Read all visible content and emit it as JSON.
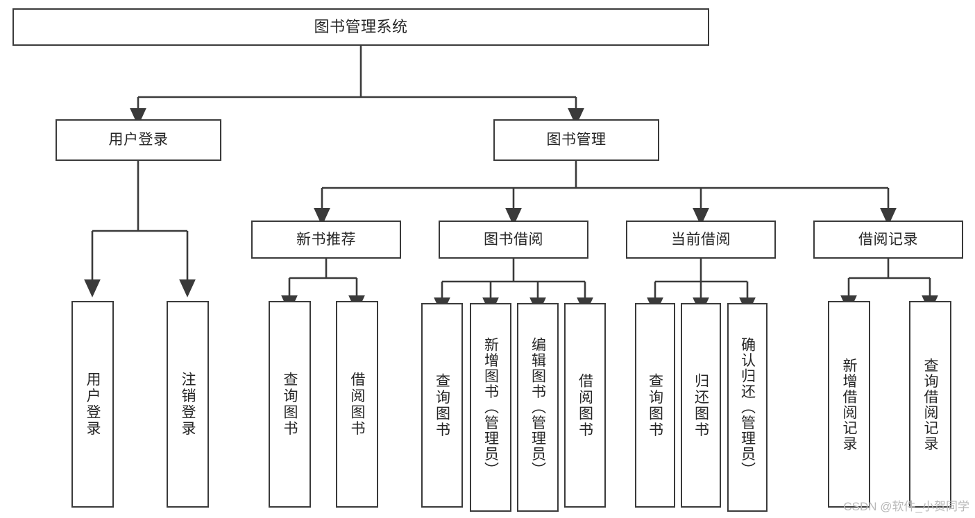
{
  "diagram": {
    "type": "tree-hierarchy-chart",
    "title": "图书管理系统",
    "colors": {
      "background": "#ffffff",
      "box_border": "#3a3a3a",
      "box_fill": "#ffffff",
      "text": "#262626",
      "connector": "#3a3a3a",
      "watermark": "#b9b9b9"
    },
    "root": {
      "label": "图书管理系统"
    },
    "level2": [
      {
        "id": "user-login",
        "label": "用户登录"
      },
      {
        "id": "book-manage",
        "label": "图书管理"
      }
    ],
    "level3": [
      {
        "id": "new-book-recommend",
        "label": "新书推荐"
      },
      {
        "id": "book-borrow",
        "label": "图书借阅"
      },
      {
        "id": "current-borrow",
        "label": "当前借阅"
      },
      {
        "id": "borrow-record",
        "label": "借阅记录"
      }
    ],
    "leaves": {
      "user-login": [
        {
          "id": "leaf-user-login",
          "label": "用户登录"
        },
        {
          "id": "leaf-user-logout",
          "label": "注销登录"
        }
      ],
      "new-book-recommend": [
        {
          "id": "leaf-query-book-1",
          "label": "查询图书"
        },
        {
          "id": "leaf-borrow-book-1",
          "label": "借阅图书"
        }
      ],
      "book-borrow": [
        {
          "id": "leaf-query-book-2",
          "label": "查询图书"
        },
        {
          "id": "leaf-add-book-admin",
          "label": "新增图书（管理员）"
        },
        {
          "id": "leaf-edit-book-admin",
          "label": "编辑图书（管理员）"
        },
        {
          "id": "leaf-borrow-book-2",
          "label": "借阅图书"
        }
      ],
      "current-borrow": [
        {
          "id": "leaf-query-book-3",
          "label": "查询图书"
        },
        {
          "id": "leaf-return-book",
          "label": "归还图书"
        },
        {
          "id": "leaf-confirm-return-admin",
          "label": "确认归还（管理员）"
        }
      ],
      "borrow-record": [
        {
          "id": "leaf-add-borrow-record",
          "label": "新增借阅记录"
        },
        {
          "id": "leaf-query-borrow-record",
          "label": "查询借阅记录"
        }
      ]
    },
    "watermark": "CSDN @软件_小贺同学"
  }
}
